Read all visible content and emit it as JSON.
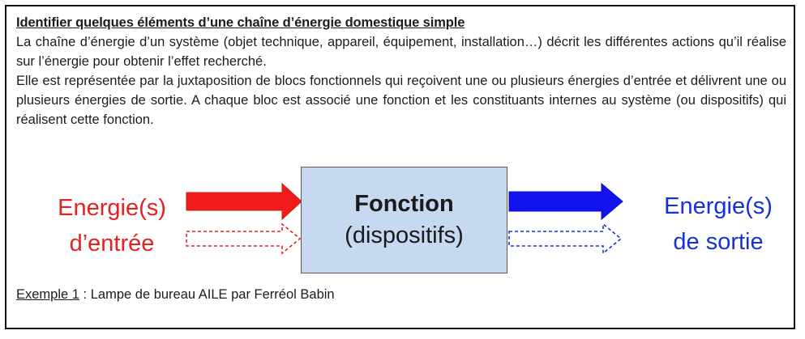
{
  "document": {
    "title": "Identifier quelques éléments d’une chaîne d’énergie domestique simple",
    "paragraph_1": "La chaîne d’énergie d’un système (objet technique, appareil, équipement, installation…) décrit les différentes actions qu’il réalise sur l’énergie pour obtenir l’effet recherché.",
    "paragraph_2": "Elle est représentée par la juxtaposition de blocs fonctionnels qui reçoivent une ou plusieurs énergies d’entrée et délivrent une ou plusieurs énergies de sortie. A chaque bloc est associé une fonction et les constituants internes au système (ou dispositifs) qui réalisent cette fonction."
  },
  "diagram": {
    "input_line_1": "Energie(s)",
    "input_line_2": "d’entrée",
    "function_title": "Fonction",
    "function_subtitle": "(dispositifs)",
    "output_line_1": "Energie(s)",
    "output_line_2": "de sortie",
    "colors": {
      "input": "#e32222",
      "output": "#1530e0",
      "box_fill": "#c6d9f1"
    }
  },
  "example": {
    "label": "Exemple 1",
    "separator": " : ",
    "text": "Lampe de bureau AILE par Ferréol Babin"
  }
}
